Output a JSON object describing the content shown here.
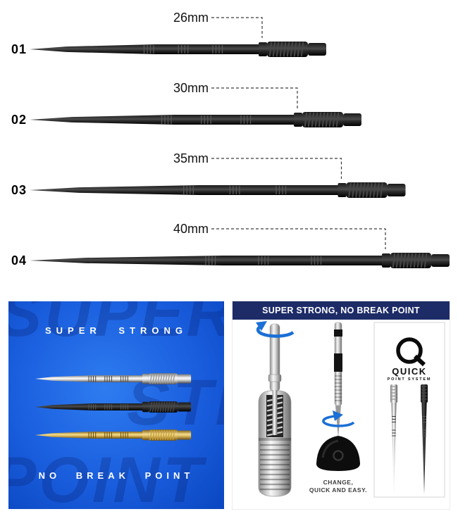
{
  "sizes": [
    {
      "id": "01",
      "label": "26mm",
      "mm": 26
    },
    {
      "id": "02",
      "label": "30mm",
      "mm": 30
    },
    {
      "id": "03",
      "label": "35mm",
      "mm": 35
    },
    {
      "id": "04",
      "label": "40mm",
      "mm": 40
    }
  ],
  "left_panel": {
    "top_text": "SUPER STRONG",
    "bottom_text": "NO BREAK POINT",
    "watermarks": [
      "SUPER",
      "STRONG",
      "POINT"
    ],
    "background": "#1a5ede",
    "points": [
      {
        "finish": "silver"
      },
      {
        "finish": "black"
      },
      {
        "finish": "gold"
      }
    ]
  },
  "right_panel": {
    "header": "SUPER STRONG, NO BREAK POINT",
    "header_bg": "#1d2b67",
    "arrow_color": "#1b6fd6",
    "caption_line1": "CHANGE,",
    "caption_line2": "QUICK AND EASY.",
    "logo": {
      "name": "QUICK",
      "subtitle": "POINT SYSTEM"
    }
  }
}
